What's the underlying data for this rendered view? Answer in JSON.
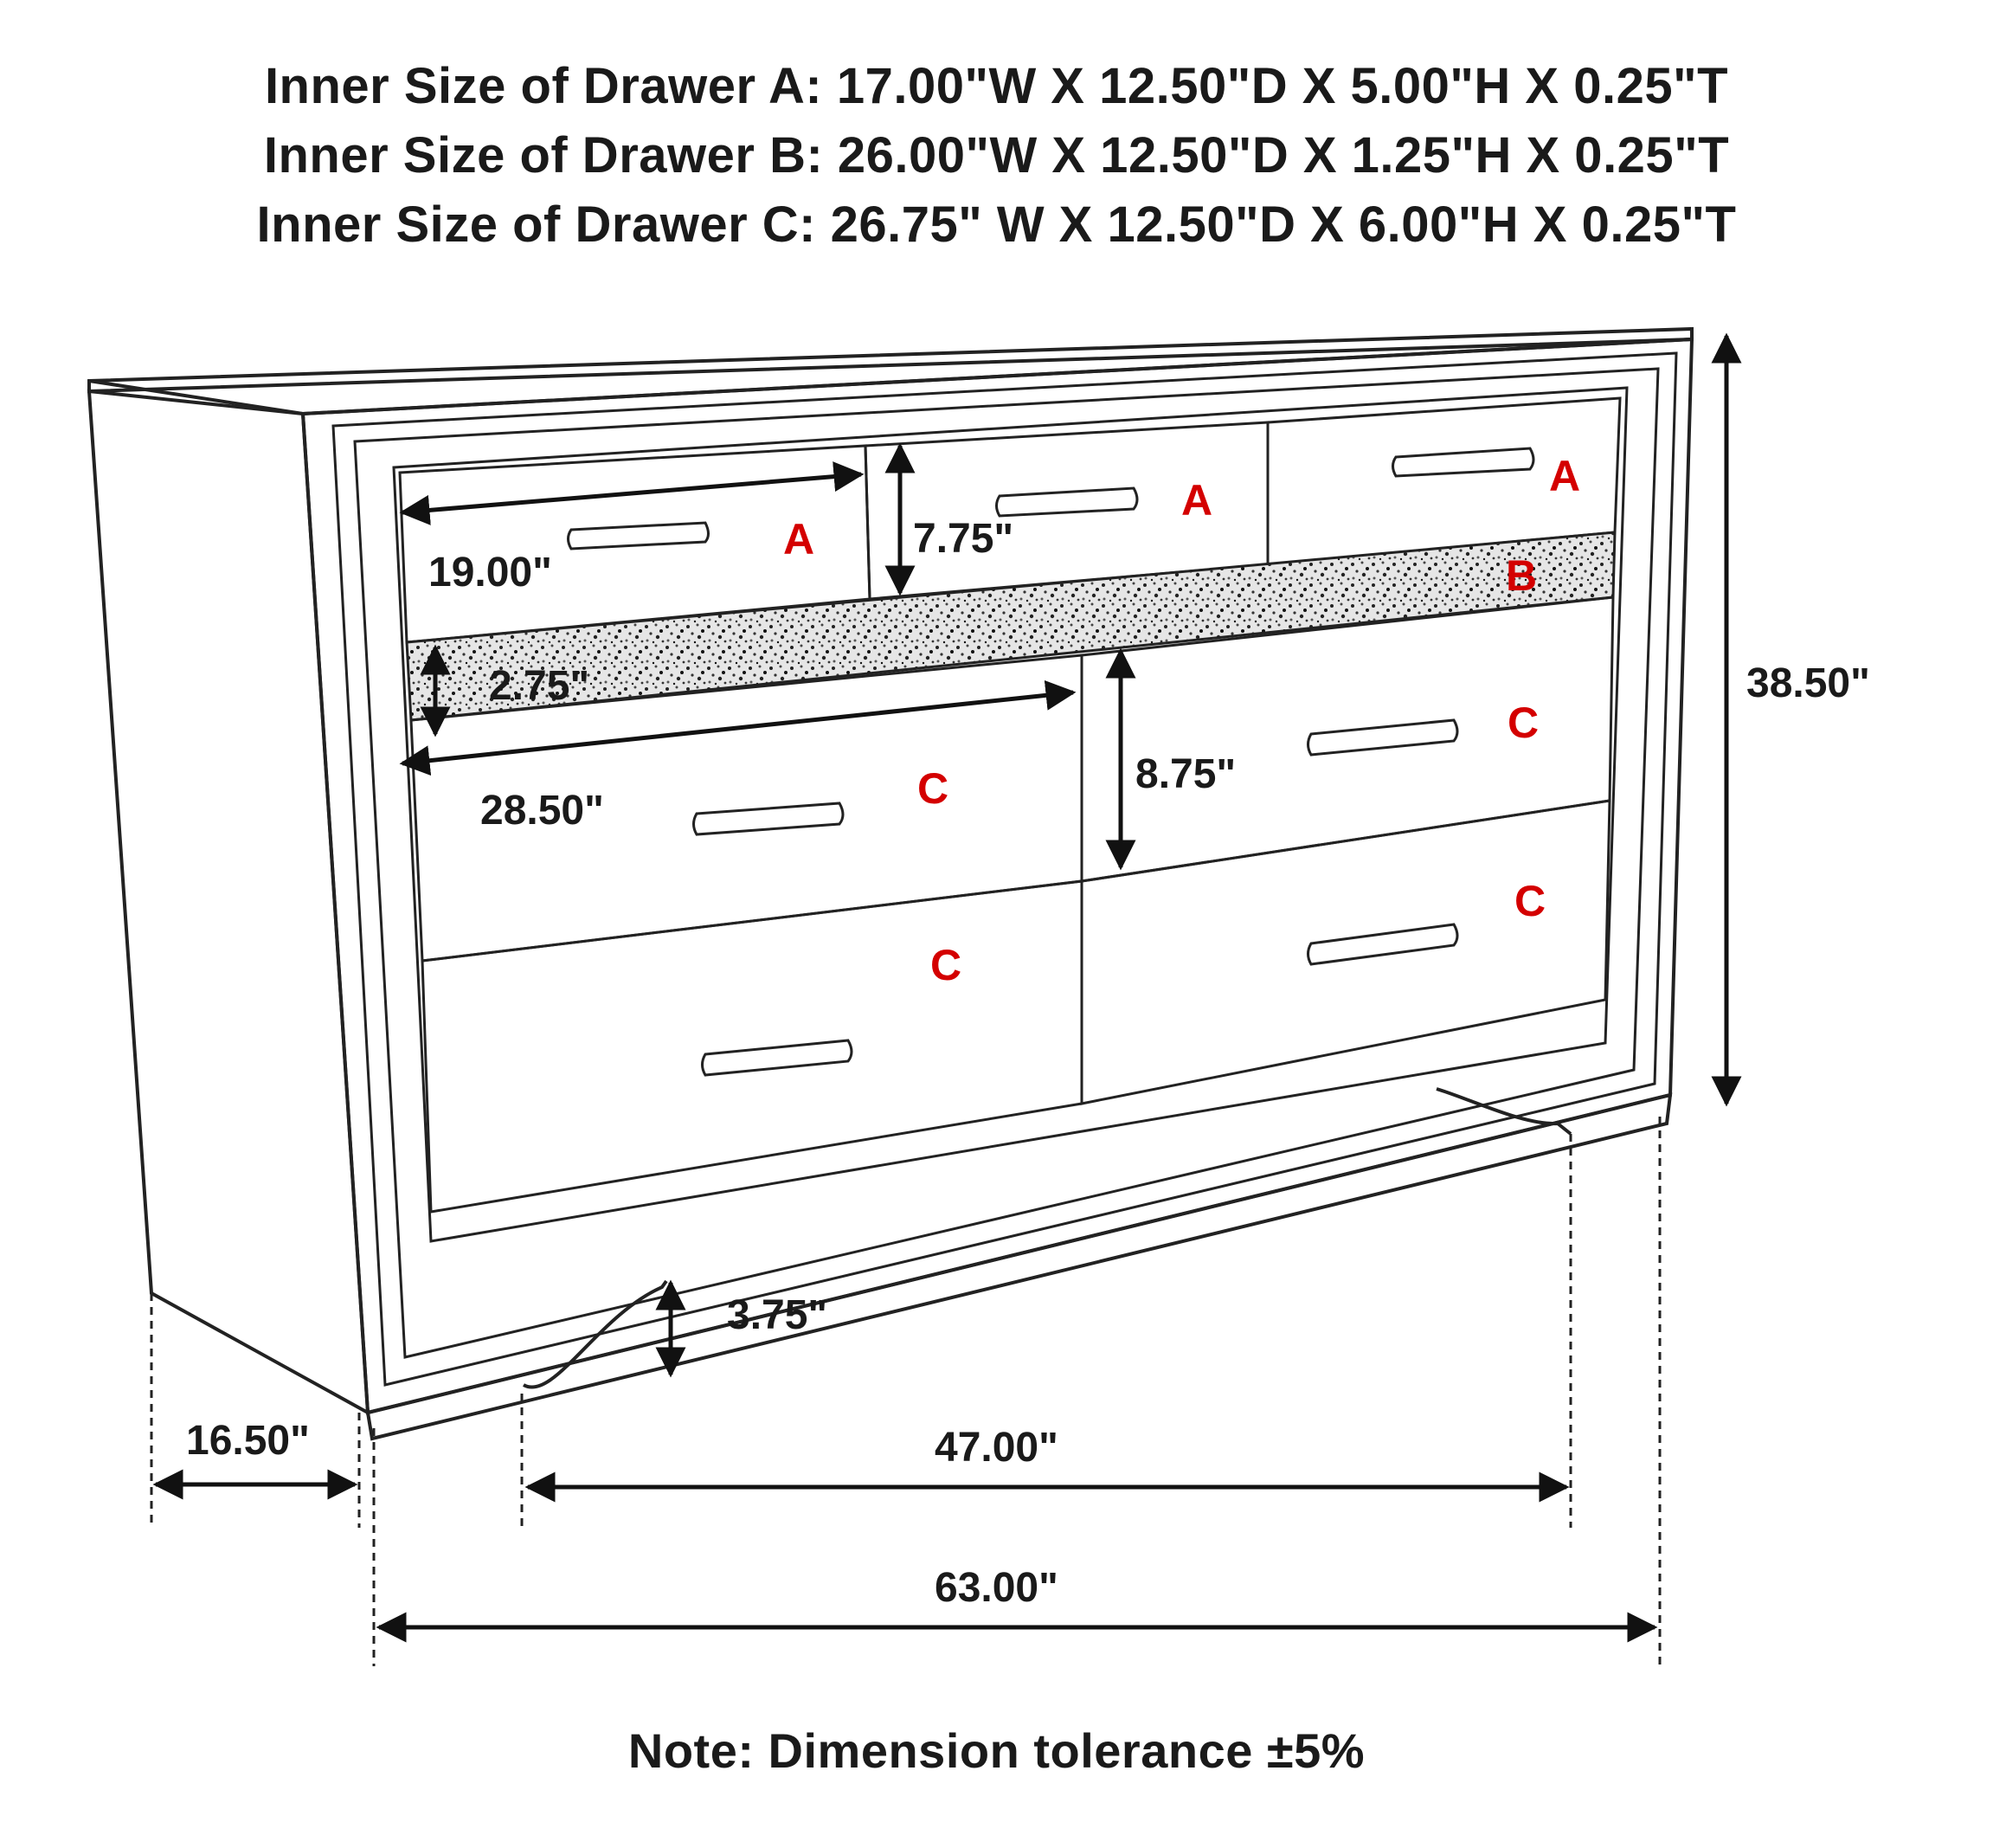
{
  "header": {
    "line_a": "Inner Size of Drawer A: 17.00\"W X 12.50\"D X 5.00\"H X 0.25\"T",
    "line_b": "Inner Size of Drawer B: 26.00\"W X 12.50\"D X 1.25\"H X 0.25\"T",
    "line_c": "Inner Size of Drawer C: 26.75\" W X 12.50\"D X 6.00\"H X 0.25\"T"
  },
  "dimensions": {
    "drawer_a_width": "19.00\"",
    "drawer_a_height": "7.75\"",
    "drawer_b_height": "2.75\"",
    "drawer_c_width": "28.50\"",
    "drawer_c_height": "8.75\"",
    "leg_height": "3.75\"",
    "total_height": "38.50\"",
    "depth": "16.50\"",
    "leg_span": "47.00\"",
    "total_width": "63.00\""
  },
  "drawer_labels": {
    "a1": "A",
    "a2": "A",
    "a3": "A",
    "b": "B",
    "c1": "C",
    "c2": "C",
    "c3": "C",
    "c4": "C"
  },
  "note": "Note: Dimension tolerance ±5%",
  "colors": {
    "label": "#d40000",
    "line": "#222222",
    "text": "#1a1a1a"
  }
}
